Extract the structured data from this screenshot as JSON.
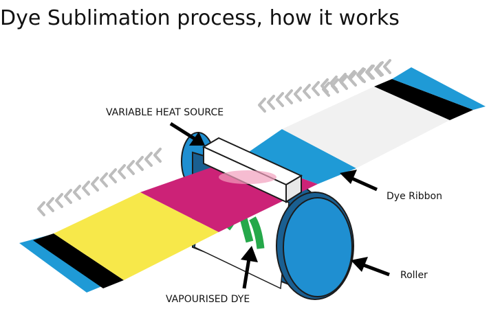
{
  "title": "Dye Sublimation process, how it works",
  "labels": {
    "heat_source": "VARIABLE HEAT SOURCE",
    "ribbon": "Dye Ribbon",
    "roller": "Roller",
    "vapour": "VAPOURISED DYE"
  },
  "colors": {
    "cyan": "#1f9ad6",
    "magenta": "#cc2277",
    "yellow": "#f7e84a",
    "black": "#000000",
    "ribbon_white": "#f1f1f1",
    "roller_blue": "#1f8fd1",
    "roller_dark": "#1a5f91",
    "print_green": "#25a84a",
    "chevron_gray": "#bdbdbd",
    "outline": "#1b1b1b"
  },
  "icons": {
    "direction": "chevron-left-icon",
    "pointer": "arrow-icon"
  }
}
